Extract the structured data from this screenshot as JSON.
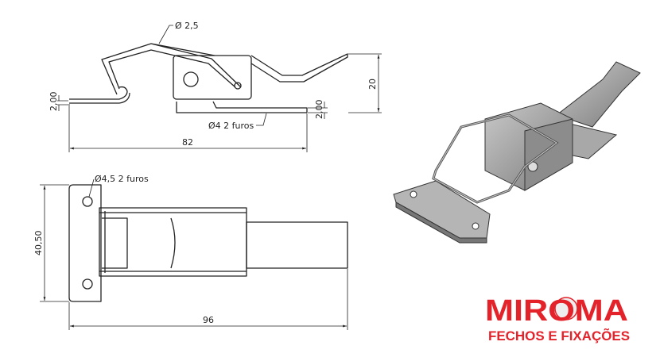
{
  "drawing": {
    "side_view": {
      "wire_diameter": "Ø 2,5",
      "thickness_left": "2,00",
      "thickness_right": "2,00",
      "holes_note": "Ø4  2 furos",
      "height": "20",
      "length": "82"
    },
    "top_view": {
      "holes_note": "Ø4,5  2 furos",
      "width": "40,50",
      "length": "96"
    }
  },
  "logo": {
    "brand": "MIROMA",
    "tagline": "FECHOS E FIXAÇÕES",
    "color": "#e3222a"
  }
}
